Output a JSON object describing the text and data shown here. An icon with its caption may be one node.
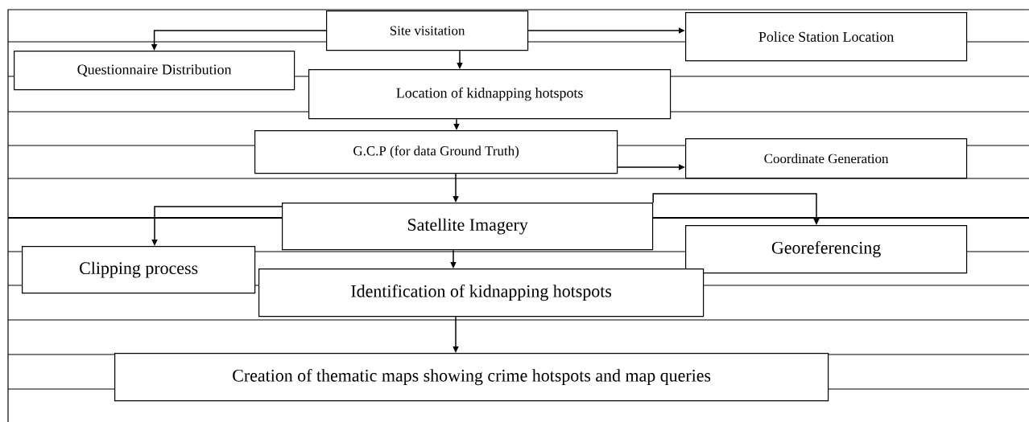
{
  "diagram": {
    "nodes": [
      {
        "text": [
          "Site visitation"
        ]
      },
      {
        "text": [
          "Police Station Location"
        ]
      },
      {
        "text": [
          "Questionnaire Distribution"
        ]
      },
      {
        "text": [
          "Location of kidnapping hotspots"
        ]
      },
      {
        "text": [
          "G.C.P  (for data Ground Truth)"
        ]
      },
      {
        "text": [
          "Coordinate Generation"
        ]
      },
      {
        "text": [
          "Satellite Imagery"
        ]
      },
      {
        "text": [
          "Georeferencing"
        ]
      },
      {
        "text": [
          "Clipping  process"
        ]
      },
      {
        "text": [
          "Identification  of kidnapping  hotspots"
        ]
      },
      {
        "text": [
          "Creation of thematic maps showing crime hotspots and map queries"
        ]
      }
    ],
    "edges": [
      {
        "from": 0,
        "to": 2,
        "arrow": "to"
      },
      {
        "from": 0,
        "to": 1,
        "arrow": "to"
      },
      {
        "from": 0,
        "to": 3,
        "arrow": "to"
      },
      {
        "from": 3,
        "to": 4,
        "arrow": "to"
      },
      {
        "from": 4,
        "to": 5,
        "arrow": "to"
      },
      {
        "from": 4,
        "to": 6,
        "arrow": "to"
      },
      {
        "from": 6,
        "to": 8,
        "arrow": "to"
      },
      {
        "from": 6,
        "to": 7,
        "arrow": "to"
      },
      {
        "from": 6,
        "to": 9,
        "arrow": "to"
      },
      {
        "from": 9,
        "to": 10,
        "arrow": "to"
      }
    ]
  }
}
